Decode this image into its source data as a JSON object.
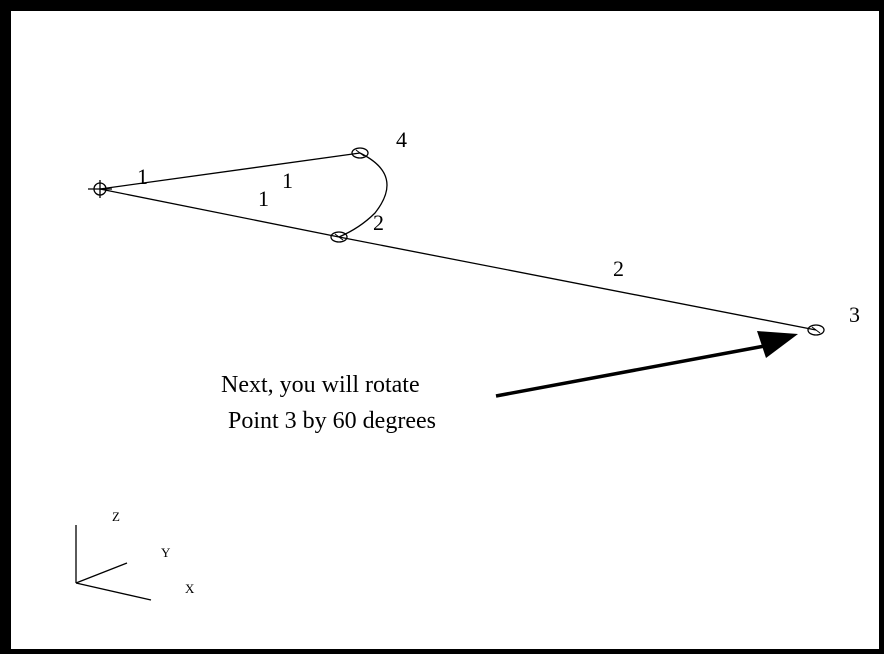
{
  "scene": {
    "point_labels": [
      "4",
      "3"
    ],
    "curve_labels": {
      "c1_origin_to_p4": "1",
      "c1_upper_mid": "1",
      "c1_lower": "1",
      "c2_arc": "2",
      "c2_long": "2"
    },
    "annotation": {
      "line1": "Next, you will rotate",
      "line2": "Point 3 by 60 degrees"
    },
    "axes": {
      "z": "Z",
      "y": "Y",
      "x": "X"
    },
    "colors": {
      "line": "#000000",
      "frame": "#000000",
      "background": "#ffffff"
    }
  }
}
